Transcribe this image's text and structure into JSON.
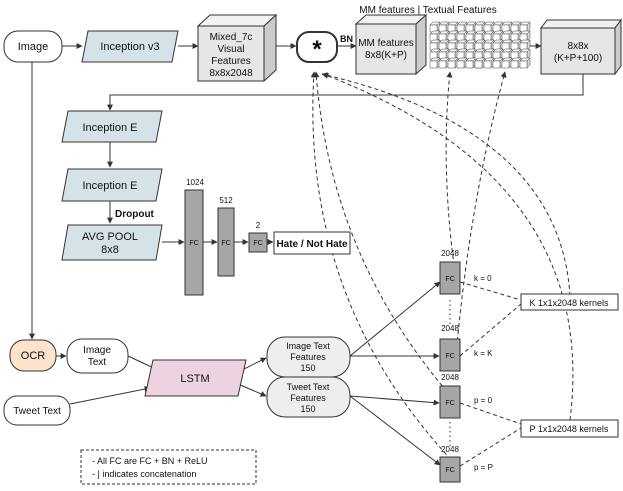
{
  "nodes": {
    "image": "Image",
    "inception_v3": "Inception v3",
    "mixed7c": [
      "Mixed_7c",
      "Visual",
      "Features",
      "8x8x2048"
    ],
    "star": "*",
    "bn": "BN",
    "mm_header": "MM features | Textual Features",
    "mm_features": [
      "MM features",
      "8x8(K+P)"
    ],
    "out_8x8": [
      "8x8x",
      "(K+P+100)"
    ],
    "inception_e1": "Inception E",
    "inception_e2": "Inception E",
    "dropout": "Dropout",
    "avg_pool": [
      "AVG POOL",
      "8x8"
    ],
    "ocr": "OCR",
    "image_text": [
      "Image",
      "Text"
    ],
    "lstm": "LSTM",
    "tweet_text": "Tweet Text",
    "image_text_features": [
      "Image Text",
      "Features",
      "150"
    ],
    "tweet_text_features": [
      "Tweet Text",
      "Features",
      "150"
    ],
    "hate_label": "Hate / Not Hate",
    "k_kernels": "K 1x1x2048 kernels",
    "p_kernels": "P 1x1x2048 kernels"
  },
  "fc_layers": [
    {
      "size": "1024",
      "label": "FC"
    },
    {
      "size": "512",
      "label": "FC"
    },
    {
      "size": "2",
      "label": "FC"
    }
  ],
  "kernel_fcs": [
    {
      "size": "2048",
      "label": "FC",
      "index": "k = 0"
    },
    {
      "size": "2048",
      "label": "FC",
      "index": "k = K"
    },
    {
      "size": "2048",
      "label": "FC",
      "index": "p = 0"
    },
    {
      "size": "2048",
      "label": "FC",
      "index": "p = P"
    }
  ],
  "legend": [
    "-   All FC are FC + BN + ReLU",
    "-   | indicates concatenation"
  ],
  "colors": {
    "inception": "#d5e3e8",
    "ocr": "#fbe3cc",
    "lstm": "#ecd3df",
    "fc": "#a6a6a6",
    "box3d": "#e6e6e6"
  }
}
